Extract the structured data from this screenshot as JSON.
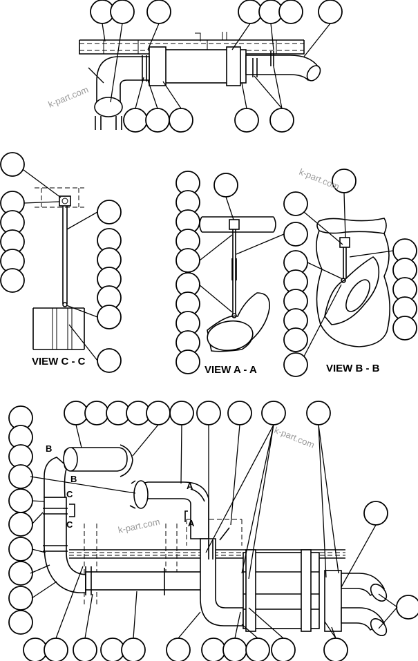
{
  "views": {
    "c": "VIEW C - C",
    "a": "VIEW A - A",
    "b": "VIEW B - B"
  },
  "section_marks": {
    "a": "A",
    "b": "B",
    "c": "C"
  },
  "watermark": "k-part.com"
}
